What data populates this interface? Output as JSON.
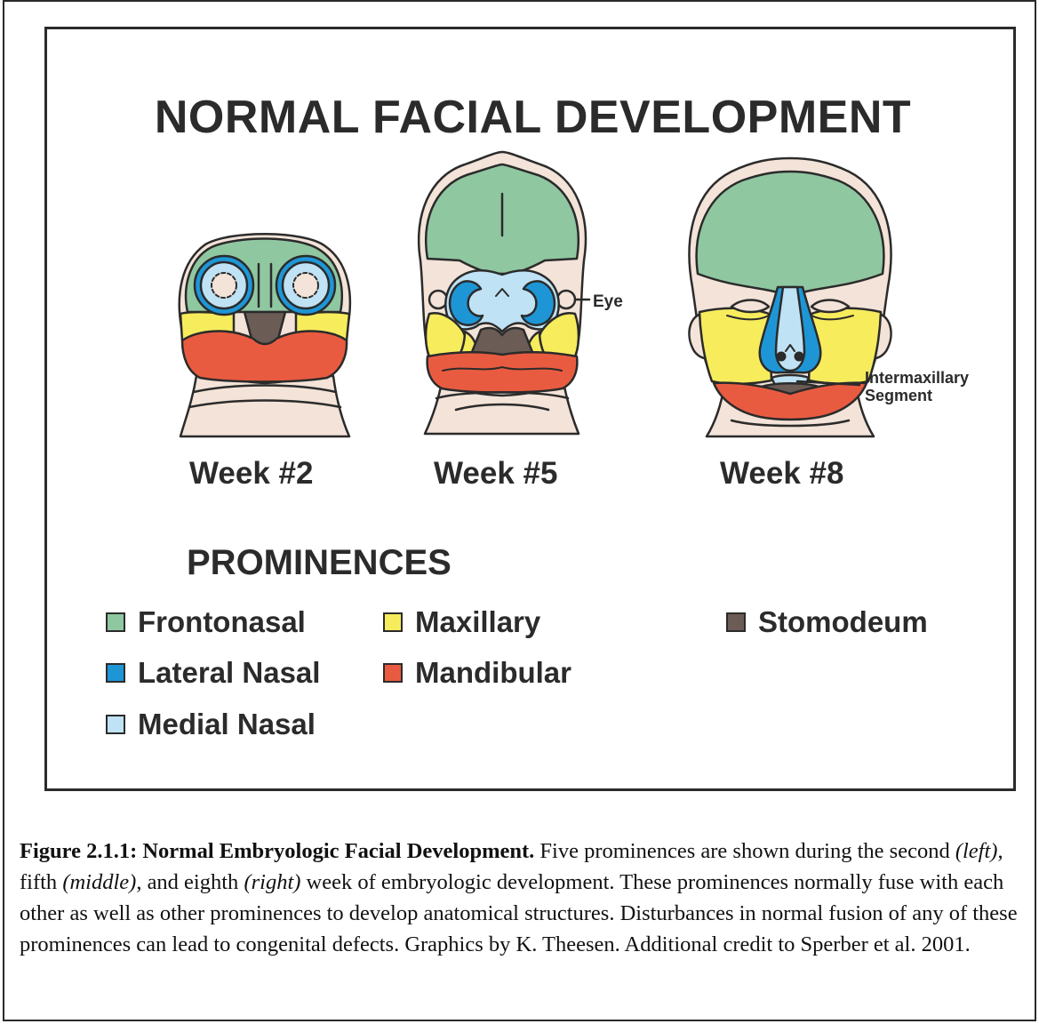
{
  "figure": {
    "title": "NORMAL FACIAL DEVELOPMENT",
    "weeks": [
      "Week #2",
      "Week #5",
      "Week #8"
    ],
    "annotations": {
      "eye": "Eye",
      "intermaxillary_line1": "Intermaxillary",
      "intermaxillary_line2": "Segment"
    },
    "legend_title": "PROMINENCES",
    "legend": [
      {
        "label": "Frontonasal",
        "color": "#8fc7a0"
      },
      {
        "label": "Lateral Nasal",
        "color": "#1e96d6"
      },
      {
        "label": "Medial Nasal",
        "color": "#bfe2f4"
      },
      {
        "label": "Maxillary",
        "color": "#f7ec5c"
      },
      {
        "label": "Mandibular",
        "color": "#e95b40"
      },
      {
        "label": "Stomodeum",
        "color": "#6b5c55"
      }
    ],
    "skin_color": "#f3e3d8"
  },
  "caption": {
    "bold": "Figure 2.1.1: Normal Embryologic Facial Development.",
    "part1": " Five prominences are shown during the second ",
    "italic1": "(left)",
    "part2": ", fifth ",
    "italic2": "(middle)",
    "part3": ", and eighth ",
    "italic3": "(right)",
    "part4": " week of embryologic development. These prominences normally fuse with each other as well as other prominences to develop anatomical structures. Disturbances in normal fusion of any of these prominences can lead to congenital defects. Graphics by K. Theesen. Additional credit to Sperber et al. 2001."
  }
}
